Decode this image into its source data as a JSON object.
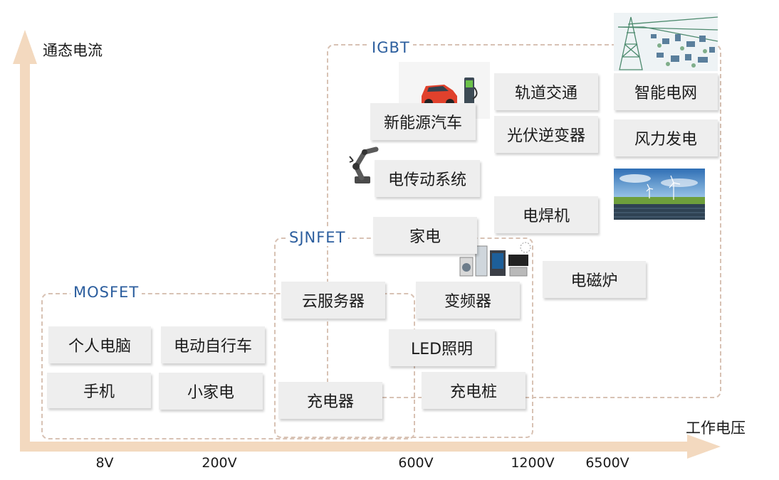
{
  "axes": {
    "y_label": "通态电流",
    "x_label": "工作电压",
    "x_ticks": [
      "8V",
      "200V",
      "600V",
      "1200V",
      "6500V"
    ]
  },
  "groups": {
    "mosfet": "MOSFET",
    "sjnfet": "SJNFET",
    "igbt": "IGBT"
  },
  "applications": {
    "personal_computer": "个人电脑",
    "e_bike": "电动自行车",
    "mobile_phone": "手机",
    "small_appliance": "小家电",
    "cloud_server": "云服务器",
    "charger": "充电器",
    "inverter": "变频器",
    "led_lighting": "LED照明",
    "charging_pile": "充电桩",
    "home_appliance": "家电",
    "induction_cooker": "电磁炉",
    "welder": "电焊机",
    "electric_drive": "电传动系统",
    "new_energy_vehicle": "新能源汽车",
    "rail_transit": "轨道交通",
    "pv_inverter": "光伏逆变器",
    "smart_grid": "智能电网",
    "wind_power": "风力发电"
  },
  "colors": {
    "axis": "#f3d9bf",
    "region_border": "#d8c2b4",
    "group_title": "#2c5e9e",
    "box_fill": "#eeeeee"
  }
}
